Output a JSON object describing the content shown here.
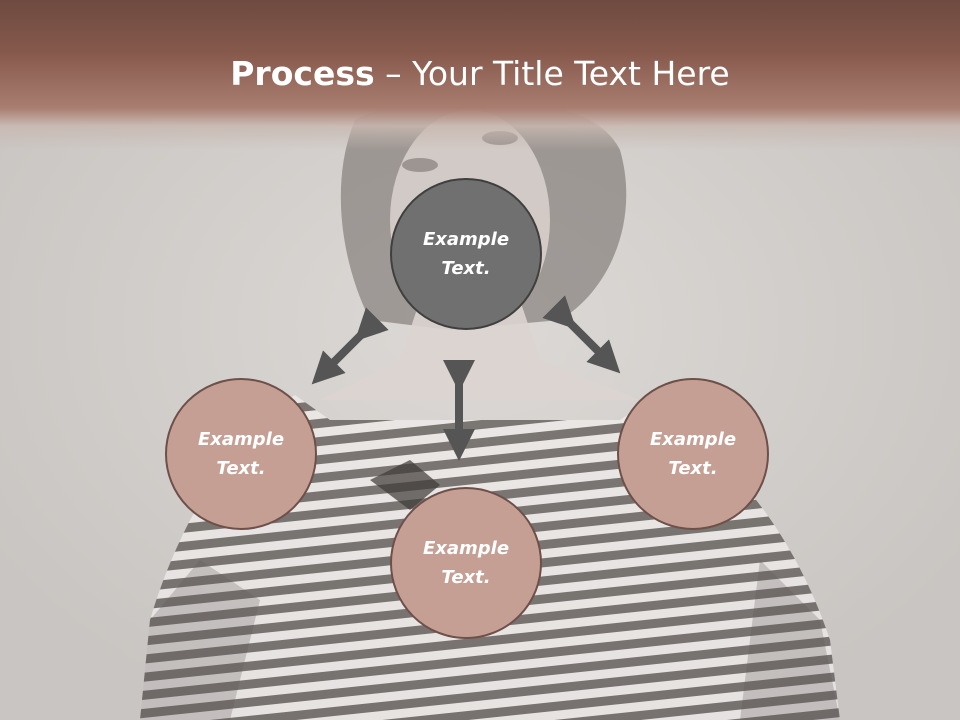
{
  "title": {
    "bold": "Process",
    "rest": " – Your Title Text Here"
  },
  "nodes": {
    "top": {
      "line1": "Example",
      "line2": "Text."
    },
    "left": {
      "line1": "Example",
      "line2": "Text."
    },
    "bottom": {
      "line1": "Example",
      "line2": "Text."
    },
    "right": {
      "line1": "Example",
      "line2": "Text."
    }
  },
  "colors": {
    "title_band": "#86594c",
    "center_node": "#707070",
    "outer_node": "#c59f93",
    "arrow": "#555555",
    "background": "#d2cfcc"
  }
}
